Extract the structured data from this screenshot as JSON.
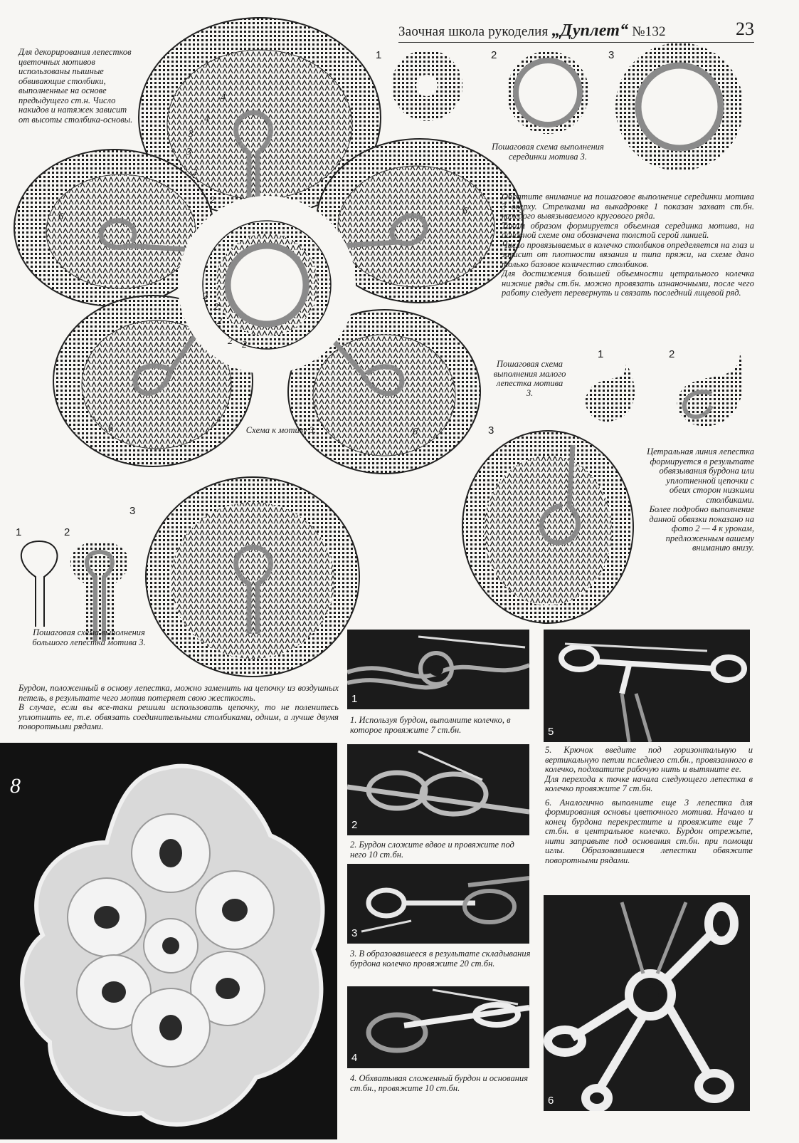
{
  "header": {
    "magazine": "Заочная школа рукоделия",
    "brand": "„Дуплет“",
    "issue": "№132",
    "page_number": "23"
  },
  "text": {
    "intro": "Для декорирования лепестков цветочных мотивов использованы пышные обвивающие столбики, выполненные на основе предыдущего ст.н. Число накидов и натяжек зависит от высоты столбика-основы.",
    "middle_caption": "Пошаговая схема выполнения серединки мотива 3.",
    "middle_notes": [
      "Обратите внимание на пошаговое выполнение серединки мотива 3 вверху. Стрелками на выкадровке 1 показан захват ст.бн. каждого вывязываемого кругового ряда.",
      "Таким образом формируется объемная серединка мотива, на основной схеме она обозначена толстой серой линией.",
      "Число провязываемых в колечко столбиков определяется на глаз и зависит от плотности вязания и типа пряжи, на схеме дано только базовое количество столбиков.",
      "Для достижения большей объемности цетрального колечка нижние ряды ст.бн. можно провязать изнаночными, после чего работу следует перевернуть и связать последний лицевой ряд."
    ],
    "scheme_caption": "Схема к мотиву 3.",
    "small_petal_caption": "Пошаговая схема выполнения малого лепестка мотива 3.",
    "center_line_note": [
      "Цетральная линия лепестка формируется в результате обвязывания бурдона или уплотненной цепочки с обеих сторон низкими столбиками.",
      "Более подробно выполнение данной обвязки показано на фото 2 — 4 к урокам, предложенным вашему вниманию внизу."
    ],
    "big_petal_caption": "Пошаговая схема выполнения большого лепестка мотива 3.",
    "burdon_note": [
      "Бурдон, положенный в основу лепестка, можно заменить на цепочку из воздушных петель, в результате чего мотив потеряет свою жесткость.",
      "В случае, если вы все-таки решили использовать цепочку, то не поленитесь уплотнить ее, т.е. обвязать соединительными столбиками, одним, а лучше двумя поворотными рядами."
    ]
  },
  "step_numbers": {
    "center": [
      "1",
      "2",
      "3"
    ],
    "small_petal": [
      "1",
      "2",
      "3"
    ],
    "big_petal": [
      "1",
      "2",
      "3"
    ]
  },
  "diagram_row_labels": [
    "4",
    "4",
    "3",
    "3",
    "2",
    "2",
    "2",
    "2",
    "6",
    "6",
    "6",
    "6",
    "2",
    "2",
    "2"
  ],
  "photos": {
    "main_label": "8",
    "steps": [
      {
        "n": "1",
        "caption": "1. Используя бурдон, выполните колечко, в которое провяжите 7 ст.бн."
      },
      {
        "n": "2",
        "caption": "2. Бурдон сложите вдвое и провяжите под него 10 ст.бн."
      },
      {
        "n": "3",
        "caption": "3. В образовавшееся в результате складывания бурдона колечко провяжите 20 ст.бн."
      },
      {
        "n": "4",
        "caption": "4. Обхватывая сложенный бурдон и основания ст.бн., провяжите 10 ст.бн."
      },
      {
        "n": "5",
        "caption_paragraphs": [
          "5. Крючок введите под горизонтальную и вертикальную петли пследнего ст.бн., провязанного в колечко, подхватите рабочую нить и вытяните ее.",
          "Для перехода к точке начала следующего лепестка в колечко провяжите 7 ст.бн.",
          "6. Аналогично выполните еще 3 лепестка для формирования основы цветочного мотива. Начало и конец бурдона перекрестите и провяжите еще 7 ст.бн. в центральное колечко. Бурдон отрежьте, нити заправьте под основания ст.бн. при помощи иглы. Образовавшиеся лепестки обвяжите поворотными рядами."
        ]
      },
      {
        "n": "6",
        "caption": ""
      }
    ]
  }
}
